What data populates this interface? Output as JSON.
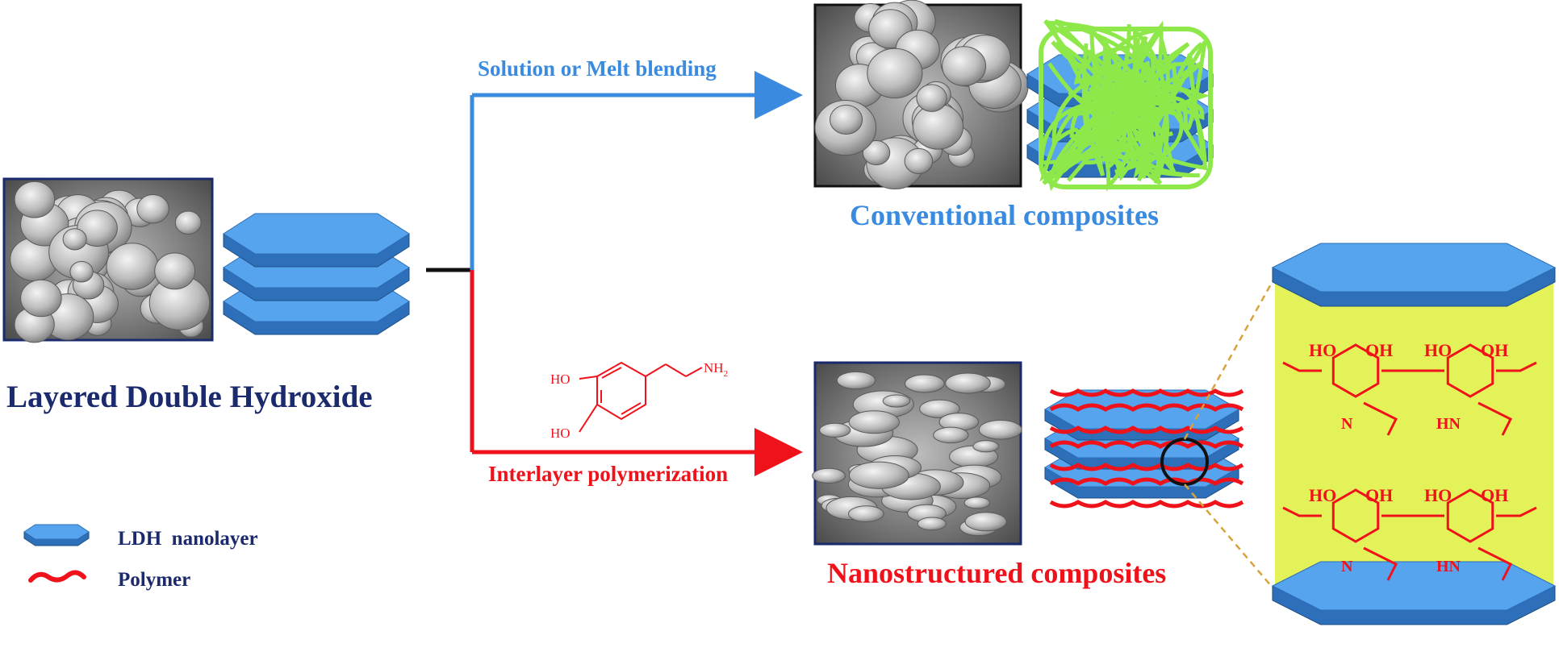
{
  "source": {
    "title": "Layered Double Hydroxide"
  },
  "routes": {
    "top_label": "Solution or Melt blending",
    "bottom_label": "Interlayer polymerization"
  },
  "results": {
    "conventional": "Conventional composites",
    "nanostructured": "Nanostructured composites"
  },
  "monomer": {
    "oh_top": "HO",
    "oh_bottom": "HO",
    "amine": "NH",
    "amine_sub": "2"
  },
  "structure": {
    "oh_labels": [
      "HO",
      "OH",
      "HO",
      "OH"
    ],
    "n_label": "N",
    "hn_label": "HN"
  },
  "legend": {
    "ldh": "LDH  nanolayer",
    "polymer": "Polymer"
  },
  "colors": {
    "blue_text": "#3a8be0",
    "red": "#f0121b",
    "navy_text": "#1a2a6c",
    "ldh_top": "#56a3ee",
    "ldh_side": "#2d6fb8",
    "green_polymer": "#8ee84a",
    "yellow_gallery": "#e4f25a"
  }
}
